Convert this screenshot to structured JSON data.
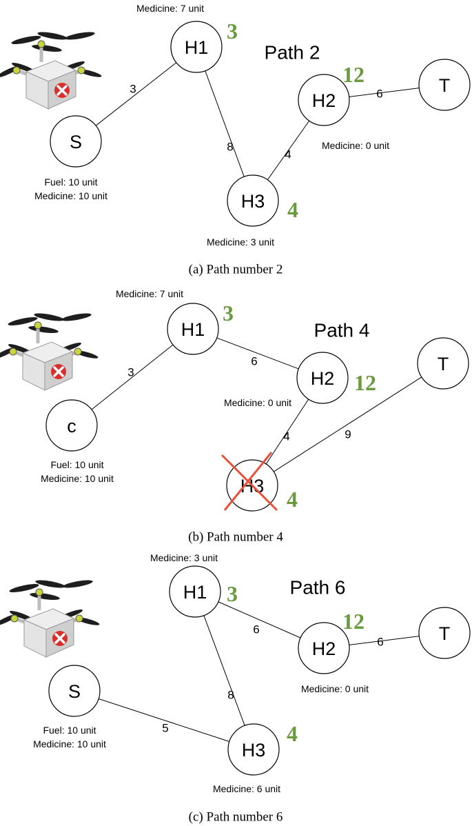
{
  "colors": {
    "priority": "#6a9a3e",
    "cross": "#e8503a",
    "drone_body": "#d8d8d8",
    "medical_cross_bg": "#d9302c"
  },
  "icons": [
    "delivery-drone-icon"
  ],
  "panels": [
    {
      "id": "a",
      "title": "Path 2",
      "caption": "(a) Path number 2",
      "nodes": [
        {
          "id": "S",
          "label": "S",
          "info": [
            "Fuel: 10 unit",
            "Medicine: 10 unit"
          ]
        },
        {
          "id": "H1",
          "label": "H1",
          "priority": "3",
          "info": [
            "Medicine: 7 unit"
          ]
        },
        {
          "id": "H2",
          "label": "H2",
          "priority": "12",
          "info": [
            "Medicine: 0 unit"
          ]
        },
        {
          "id": "H3",
          "label": "H3",
          "priority": "4",
          "info": [
            "Medicine: 3 unit"
          ]
        },
        {
          "id": "T",
          "label": "T"
        }
      ],
      "edges": [
        {
          "from": "S",
          "to": "H1",
          "weight": "3"
        },
        {
          "from": "H1",
          "to": "H3",
          "weight": "8"
        },
        {
          "from": "H3",
          "to": "H2",
          "weight": "4"
        },
        {
          "from": "H2",
          "to": "T",
          "weight": "6"
        }
      ]
    },
    {
      "id": "b",
      "title": "Path 4",
      "caption": "(b) Path number 4",
      "nodes": [
        {
          "id": "C",
          "label": "c",
          "info": [
            "Fuel: 10 unit",
            "Medicine: 10 unit"
          ]
        },
        {
          "id": "H1",
          "label": "H1",
          "priority": "3",
          "info": [
            "Medicine: 7 unit"
          ]
        },
        {
          "id": "H2",
          "label": "H2",
          "priority": "12",
          "info": [
            "Medicine: 0 unit"
          ]
        },
        {
          "id": "H3",
          "label": "H3",
          "priority": "4",
          "crossed_out": true
        },
        {
          "id": "T",
          "label": "T"
        }
      ],
      "edges": [
        {
          "from": "C",
          "to": "H1",
          "weight": "3"
        },
        {
          "from": "H1",
          "to": "H2",
          "weight": "6"
        },
        {
          "from": "H2",
          "to": "H3",
          "weight": "4"
        },
        {
          "from": "H3",
          "to": "T",
          "weight": "9"
        }
      ]
    },
    {
      "id": "c",
      "title": "Path 6",
      "caption": "(c) Path number 6",
      "nodes": [
        {
          "id": "S",
          "label": "S",
          "info": [
            "Fuel: 10 unit",
            "Medicine: 10 unit"
          ]
        },
        {
          "id": "H1",
          "label": "H1",
          "priority": "3",
          "info": [
            "Medicine: 3 unit"
          ]
        },
        {
          "id": "H2",
          "label": "H2",
          "priority": "12",
          "info": [
            "Medicine: 0 unit"
          ]
        },
        {
          "id": "H3",
          "label": "H3",
          "priority": "4",
          "info": [
            "Medicine: 6 unit"
          ]
        },
        {
          "id": "T",
          "label": "T"
        }
      ],
      "edges": [
        {
          "from": "S",
          "to": "H3",
          "weight": "5"
        },
        {
          "from": "H3",
          "to": "H1",
          "weight": "8"
        },
        {
          "from": "H1",
          "to": "H2",
          "weight": "6"
        },
        {
          "from": "H2",
          "to": "T",
          "weight": "6"
        }
      ]
    }
  ]
}
